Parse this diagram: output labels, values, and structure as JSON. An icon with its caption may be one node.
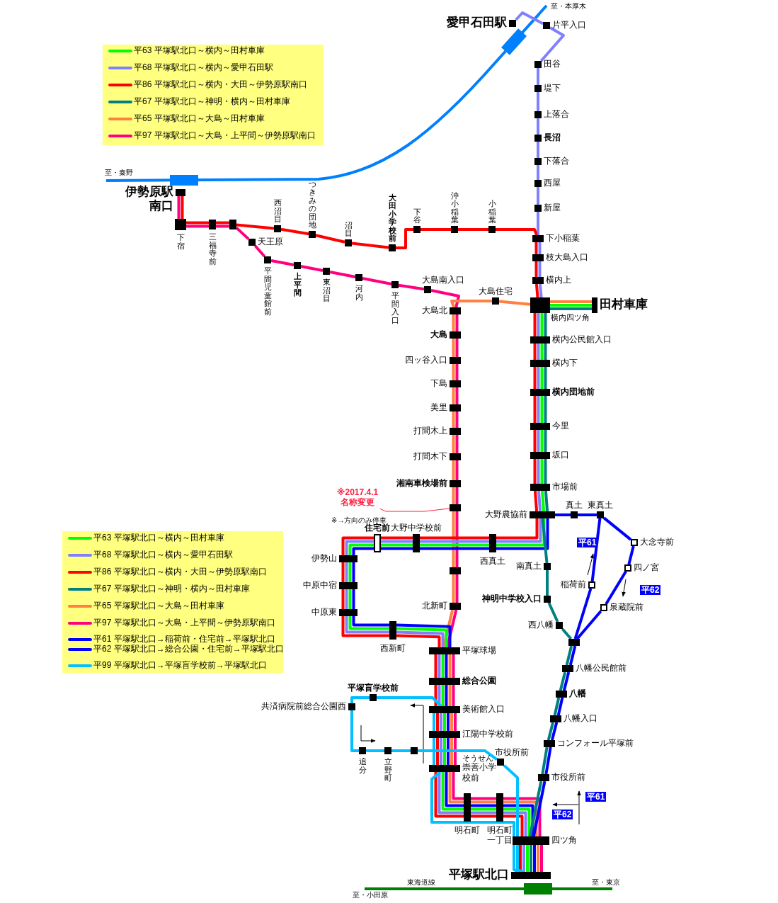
{
  "diagram": {
    "nodes": [
      {
        "text": [],
        "shape": "box",
        "beside": [
          "愛甲石田駅"
        ]
      },
      {
        "text": [],
        "shape": "box",
        "beside": [
          "片平入口"
        ]
      },
      {
        "text": [],
        "shape": "box",
        "beside": [
          "田谷"
        ]
      },
      {
        "text": [],
        "shape": "box",
        "beside": [
          "堤下"
        ]
      },
      {
        "text": [],
        "shape": "box",
        "beside": [
          "上落合"
        ]
      },
      {
        "text": [],
        "shape": "box",
        "beside": [
          "長沼"
        ]
      },
      {
        "text": [],
        "shape": "box",
        "beside": [
          "下落合"
        ]
      },
      {
        "text": [],
        "shape": "box",
        "beside": [
          "西屋"
        ]
      },
      {
        "text": [],
        "shape": "box",
        "beside": [
          "新屋"
        ]
      },
      {
        "text": [],
        "shape": "box",
        "beside": [
          "伊勢原駅南口"
        ]
      },
      {
        "text": [],
        "shape": "box",
        "beside": [
          "下宿"
        ]
      },
      {
        "text": [],
        "shape": "box",
        "beside": [
          "三福寺前"
        ]
      },
      {
        "text": [],
        "shape": "box"
      },
      {
        "text": [],
        "shape": "box",
        "beside": [
          "西沼目"
        ]
      },
      {
        "text": [],
        "shape": "box",
        "beside": [
          "つきみの団地"
        ]
      },
      {
        "text": [],
        "shape": "box",
        "beside": [
          "沼目"
        ]
      },
      {
        "text": [],
        "shape": "box",
        "beside": [
          "大田小学校前"
        ]
      },
      {
        "text": [],
        "shape": "box",
        "beside": [
          "下谷"
        ]
      },
      {
        "text": [],
        "shape": "box",
        "beside": [
          "沖小稲葉"
        ]
      },
      {
        "text": [],
        "shape": "box",
        "beside": [
          "小稲葉"
        ]
      },
      {
        "text": [],
        "shape": "box",
        "beside": [
          "下小稲葉"
        ]
      },
      {
        "text": [],
        "shape": "box",
        "beside": [
          "枝大島入口"
        ]
      },
      {
        "text": [],
        "shape": "box",
        "beside": [
          "横内上"
        ]
      },
      {
        "text": [],
        "shape": "box",
        "beside": [
          "天王原"
        ]
      },
      {
        "text": [],
        "shape": "box",
        "beside": [
          "平間児童館前"
        ]
      },
      {
        "text": [],
        "shape": "box",
        "beside": [
          "上平間"
        ]
      },
      {
        "text": [],
        "shape": "box",
        "beside": [
          "東沼目"
        ]
      },
      {
        "text": [],
        "shape": "box",
        "beside": [
          "河内"
        ]
      },
      {
        "text": [],
        "shape": "box",
        "beside": [
          "平間入口"
        ]
      },
      {
        "text": [],
        "shape": "box",
        "beside": [
          "大島南入口"
        ]
      },
      {
        "text": [],
        "shape": "box",
        "beside": [
          "大島住宅"
        ]
      },
      {
        "text": [],
        "shape": "box",
        "beside": [
          "横内四ツ角"
        ]
      },
      {
        "text": [],
        "shape": "box",
        "beside": [
          "田村車庫"
        ]
      },
      {
        "text": [],
        "shape": "box",
        "beside": [
          "大島北"
        ]
      },
      {
        "text": [],
        "shape": "box",
        "beside": [
          "大島"
        ]
      },
      {
        "text": [],
        "shape": "box",
        "beside": [
          "四ッ谷入口"
        ]
      },
      {
        "text": [],
        "shape": "box",
        "beside": [
          "下島"
        ]
      },
      {
        "text": [],
        "shape": "box",
        "beside": [
          "美里"
        ]
      },
      {
        "text": [],
        "shape": "box",
        "beside": [
          "打間木上"
        ]
      },
      {
        "text": [],
        "shape": "box",
        "beside": [
          "打間木下"
        ]
      },
      {
        "text": [],
        "shape": "box",
        "beside": [
          "湘南車検場前"
        ]
      },
      {
        "text": [],
        "shape": "box"
      },
      {
        "text": [],
        "shape": "box",
        "beside": [
          "横内公民館入口"
        ]
      },
      {
        "text": [],
        "shape": "box",
        "beside": [
          "横内下"
        ]
      },
      {
        "text": [],
        "shape": "box",
        "beside": [
          "横内団地前"
        ]
      },
      {
        "text": [],
        "shape": "box",
        "beside": [
          "今里"
        ]
      },
      {
        "text": [],
        "shape": "box",
        "beside": [
          "坂口"
        ]
      },
      {
        "text": [],
        "shape": "box",
        "beside": [
          "市場前"
        ]
      },
      {
        "text": [],
        "shape": "box",
        "beside": [
          "大野農協前"
        ]
      },
      {
        "text": [],
        "shape": "box",
        "beside": [
          "真土"
        ]
      },
      {
        "text": [],
        "shape": "box",
        "beside": [
          "東真土"
        ]
      },
      {
        "text": [],
        "shape": "box",
        "beside": [
          "大念寺前"
        ]
      },
      {
        "text": [],
        "shape": "box",
        "beside": [
          "四ノ宮"
        ]
      },
      {
        "text": [],
        "shape": "box",
        "beside": [
          "稲荷前"
        ]
      },
      {
        "text": [],
        "shape": "box",
        "beside": [
          "泉蔵院前"
        ]
      },
      {
        "text": [],
        "shape": "box",
        "beside": [
          "南真土"
        ]
      },
      {
        "text": [],
        "shape": "box",
        "beside": [
          "神明中学校入口"
        ]
      },
      {
        "text": [],
        "shape": "box",
        "beside": [
          "西八幡"
        ]
      },
      {
        "text": [],
        "shape": "box"
      },
      {
        "text": [],
        "shape": "box",
        "beside": [
          "八幡公民館前"
        ]
      },
      {
        "text": [],
        "shape": "box",
        "beside": [
          "八幡"
        ]
      },
      {
        "text": [],
        "shape": "box",
        "beside": [
          "八幡入口"
        ]
      },
      {
        "text": [],
        "shape": "box",
        "beside": [
          "コンフォール平塚前"
        ]
      },
      {
        "text": [],
        "shape": "box",
        "beside": [
          "市役所前"
        ]
      },
      {
        "text": [],
        "shape": "box",
        "beside": [
          "住宅前"
        ]
      },
      {
        "text": [],
        "shape": "box",
        "beside": [
          "伊勢山"
        ]
      },
      {
        "text": [],
        "shape": "box",
        "beside": [
          "中原中宿"
        ]
      },
      {
        "text": [],
        "shape": "box",
        "beside": [
          "中原東"
        ]
      },
      {
        "text": [],
        "shape": "box",
        "beside": [
          "西新町"
        ]
      },
      {
        "text": [],
        "shape": "box",
        "beside": [
          "大野中学校前"
        ]
      },
      {
        "text": [],
        "shape": "box",
        "beside": [
          "西真土"
        ]
      },
      {
        "text": [],
        "shape": "box"
      },
      {
        "text": [],
        "shape": "box",
        "beside": [
          "北新町"
        ]
      },
      {
        "text": [],
        "shape": "box",
        "beside": [
          "平塚球場"
        ]
      },
      {
        "text": [],
        "shape": "box",
        "beside": [
          "総合公園"
        ]
      },
      {
        "text": [],
        "shape": "box",
        "beside": [
          "平塚盲学校前"
        ]
      },
      {
        "text": [],
        "shape": "box",
        "beside": [
          "共済病院前総合公園西"
        ]
      },
      {
        "text": [],
        "shape": "box",
        "beside": [
          "美術館入口"
        ]
      },
      {
        "text": [],
        "shape": "box",
        "beside": [
          "江陽中学校前"
        ]
      },
      {
        "text": [],
        "shape": "box",
        "beside": [
          "追分"
        ]
      },
      {
        "text": [],
        "shape": "box",
        "beside": [
          "立野町"
        ]
      },
      {
        "text": [],
        "shape": "box"
      },
      {
        "text": [],
        "shape": "box",
        "beside": [
          "市役所前"
        ]
      },
      {
        "text": [],
        "shape": "box",
        "beside": [
          "そうせん",
          "崇善小学校前"
        ]
      },
      {
        "text": [],
        "shape": "box",
        "beside": [
          "明石町"
        ]
      },
      {
        "text": [],
        "shape": "box",
        "beside": [
          "明石町一丁目"
        ]
      },
      {
        "text": [],
        "shape": "box",
        "beside": [
          "四ツ角"
        ]
      },
      {
        "text": [],
        "shape": "box",
        "beside": [
          "平塚駅北口"
        ]
      },
      {
        "text": [
          "※2017.4.1名称変更"
        ]
      }
    ],
    "edges": [
      {
        "from": 0,
        "to": 1,
        "arrow": "none",
        "color": "#8080ff"
      },
      {
        "from": 1,
        "to": 2,
        "arrow": "none",
        "color": "#8080ff"
      },
      {
        "from": 2,
        "to": 3,
        "arrow": "none",
        "color": "#8080ff"
      },
      {
        "from": 3,
        "to": 4,
        "arrow": "none",
        "color": "#8080ff"
      },
      {
        "from": 4,
        "to": 5,
        "arrow": "none",
        "color": "#8080ff"
      },
      {
        "from": 5,
        "to": 6,
        "arrow": "none",
        "color": "#8080ff"
      },
      {
        "from": 6,
        "to": 7,
        "arrow": "none",
        "color": "#8080ff"
      },
      {
        "from": 7,
        "to": 8,
        "arrow": "none",
        "color": "#8080ff"
      },
      {
        "from": 8,
        "to": 20,
        "arrow": "none",
        "color": "#8080ff"
      },
      {
        "from": 9,
        "to": 10,
        "arrow": "none",
        "color": "#ff0080"
      },
      {
        "from": 9,
        "to": 10,
        "arrow": "none",
        "color": "#ff0000"
      },
      {
        "from": 10,
        "to": 11,
        "arrow": "none",
        "color": "#ff0080"
      },
      {
        "from": 10,
        "to": 11,
        "arrow": "none",
        "color": "#ff0000"
      },
      {
        "from": 11,
        "to": 12,
        "arrow": "none",
        "color": "#ff0080"
      },
      {
        "from": 11,
        "to": 12,
        "arrow": "none",
        "color": "#ff0000"
      },
      {
        "from": 12,
        "to": 13,
        "arrow": "none",
        "color": "#ff0000"
      },
      {
        "from": 13,
        "to": 14,
        "arrow": "none",
        "color": "#ff0000"
      },
      {
        "from": 14,
        "to": 15,
        "arrow": "none",
        "color": "#ff0000"
      },
      {
        "from": 15,
        "to": 16,
        "arrow": "none",
        "color": "#ff0000"
      },
      {
        "from": 16,
        "to": 17,
        "arrow": "none",
        "color": "#ff0000"
      },
      {
        "from": 17,
        "to": 18,
        "arrow": "none",
        "color": "#ff0000"
      },
      {
        "from": 18,
        "to": 19,
        "arrow": "none",
        "color": "#ff0000"
      },
      {
        "from": 19,
        "to": 20,
        "arrow": "none",
        "color": "#ff0000"
      },
      {
        "from": 12,
        "to": 23,
        "arrow": "none",
        "color": "#ff0080"
      },
      {
        "from": 23,
        "to": 24,
        "arrow": "none",
        "color": "#ff0080"
      },
      {
        "from": 24,
        "to": 25,
        "arrow": "none",
        "color": "#ff0080"
      },
      {
        "from": 25,
        "to": 26,
        "arrow": "none",
        "color": "#ff0080"
      },
      {
        "from": 26,
        "to": 27,
        "arrow": "none",
        "color": "#ff0080"
      },
      {
        "from": 27,
        "to": 28,
        "arrow": "none",
        "color": "#ff0080"
      },
      {
        "from": 28,
        "to": 29,
        "arrow": "none",
        "color": "#ff0080"
      },
      {
        "from": 29,
        "to": 33,
        "arrow": "none",
        "color": "#ff0080"
      },
      {
        "from": 20,
        "to": 21,
        "arrow": "none",
        "color": "#ff0000"
      },
      {
        "from": 20,
        "to": 21,
        "arrow": "none",
        "color": "#8080ff"
      },
      {
        "from": 21,
        "to": 22,
        "arrow": "none",
        "color": "#ff0000"
      },
      {
        "from": 21,
        "to": 22,
        "arrow": "none",
        "color": "#8080ff"
      },
      {
        "from": 22,
        "to": 31,
        "arrow": "none",
        "color": "#ff0000"
      },
      {
        "from": 22,
        "to": 31,
        "arrow": "none",
        "color": "#8080ff"
      },
      {
        "from": 31,
        "to": 32,
        "arrow": "none",
        "color": "#008080"
      },
      {
        "from": 31,
        "to": 32,
        "arrow": "none",
        "color": "#00ff00"
      },
      {
        "from": 31,
        "to": 32,
        "arrow": "none",
        "color": "#ff8040"
      },
      {
        "from": 31,
        "to": 30,
        "arrow": "none",
        "color": "#ff8040"
      },
      {
        "from": 30,
        "to": 33,
        "arrow": "none",
        "color": "#ff8040"
      },
      {
        "from": 33,
        "to": 34,
        "arrow": "none",
        "color": "#ff8040"
      },
      {
        "from": 33,
        "to": 34,
        "arrow": "none",
        "color": "#ff0080"
      },
      {
        "from": 34,
        "to": 35,
        "arrow": "none",
        "color": "#ff8040"
      },
      {
        "from": 34,
        "to": 35,
        "arrow": "none",
        "color": "#ff0080"
      },
      {
        "from": 35,
        "to": 36,
        "arrow": "none",
        "color": "#ff8040"
      },
      {
        "from": 35,
        "to": 36,
        "arrow": "none",
        "color": "#ff0080"
      },
      {
        "from": 36,
        "to": 37,
        "arrow": "none",
        "color": "#ff8040"
      },
      {
        "from": 36,
        "to": 37,
        "arrow": "none",
        "color": "#ff0080"
      },
      {
        "from": 37,
        "to": 38,
        "arrow": "none",
        "color": "#ff8040"
      },
      {
        "from": 37,
        "to": 38,
        "arrow": "none",
        "color": "#ff0080"
      },
      {
        "from": 38,
        "to": 39,
        "arrow": "none",
        "color": "#ff8040"
      },
      {
        "from": 38,
        "to": 39,
        "arrow": "none",
        "color": "#ff0080"
      },
      {
        "from": 39,
        "to": 40,
        "arrow": "none",
        "color": "#ff8040"
      },
      {
        "from": 39,
        "to": 40,
        "arrow": "none",
        "color": "#ff0080"
      },
      {
        "from": 40,
        "to": 41,
        "arrow": "none",
        "color": "#ff8040"
      },
      {
        "from": 40,
        "to": 41,
        "arrow": "none",
        "color": "#ff0080"
      },
      {
        "from": 41,
        "to": 71,
        "arrow": "none",
        "color": "#ff8040"
      },
      {
        "from": 41,
        "to": 71,
        "arrow": "none",
        "color": "#ff0080"
      },
      {
        "from": 71,
        "to": 72,
        "arrow": "none",
        "color": "#ff8040"
      },
      {
        "from": 71,
        "to": 72,
        "arrow": "none",
        "color": "#ff0080"
      },
      {
        "from": 72,
        "to": 73,
        "arrow": "none",
        "color": "#ff8040"
      },
      {
        "from": 72,
        "to": 73,
        "arrow": "none",
        "color": "#ff0080"
      },
      {
        "from": 31,
        "to": 42,
        "arrow": "none",
        "color": "#ff0000"
      },
      {
        "from": 31,
        "to": 42,
        "arrow": "none",
        "color": "#8080ff"
      },
      {
        "from": 31,
        "to": 42,
        "arrow": "none",
        "color": "#00ff00"
      },
      {
        "from": 31,
        "to": 42,
        "arrow": "none",
        "color": "#008080"
      },
      {
        "from": 42,
        "to": 43,
        "arrow": "none",
        "color": "#ff0000"
      },
      {
        "from": 42,
        "to": 43,
        "arrow": "none",
        "color": "#8080ff"
      },
      {
        "from": 42,
        "to": 43,
        "arrow": "none",
        "color": "#00ff00"
      },
      {
        "from": 42,
        "to": 43,
        "arrow": "none",
        "color": "#008080"
      },
      {
        "from": 43,
        "to": 44,
        "arrow": "none",
        "color": "#ff0000"
      },
      {
        "from": 43,
        "to": 44,
        "arrow": "none",
        "color": "#8080ff"
      },
      {
        "from": 43,
        "to": 44,
        "arrow": "none",
        "color": "#00ff00"
      },
      {
        "from": 43,
        "to": 44,
        "arrow": "none",
        "color": "#008080"
      },
      {
        "from": 44,
        "to": 45,
        "arrow": "none",
        "color": "#ff0000"
      },
      {
        "from": 44,
        "to": 45,
        "arrow": "none",
        "color": "#8080ff"
      },
      {
        "from": 44,
        "to": 45,
        "arrow": "none",
        "color": "#00ff00"
      },
      {
        "from": 44,
        "to": 45,
        "arrow": "none",
        "color": "#008080"
      },
      {
        "from": 45,
        "to": 46,
        "arrow": "none",
        "color": "#ff0000"
      },
      {
        "from": 45,
        "to": 46,
        "arrow": "none",
        "color": "#8080ff"
      },
      {
        "from": 45,
        "to": 46,
        "arrow": "none",
        "color": "#00ff00"
      },
      {
        "from": 45,
        "to": 46,
        "arrow": "none",
        "color": "#008080"
      },
      {
        "from": 46,
        "to": 47,
        "arrow": "none",
        "color": "#ff0000"
      },
      {
        "from": 46,
        "to": 47,
        "arrow": "none",
        "color": "#8080ff"
      },
      {
        "from": 46,
        "to": 47,
        "arrow": "none",
        "color": "#00ff00"
      },
      {
        "from": 46,
        "to": 47,
        "arrow": "none",
        "color": "#008080"
      },
      {
        "from": 47,
        "to": 48,
        "arrow": "none",
        "color": "#ff0000"
      },
      {
        "from": 47,
        "to": 48,
        "arrow": "none",
        "color": "#8080ff"
      },
      {
        "from": 47,
        "to": 48,
        "arrow": "none",
        "color": "#00ff00"
      },
      {
        "from": 47,
        "to": 48,
        "arrow": "none",
        "color": "#008080"
      },
      {
        "from": 48,
        "to": 70,
        "arrow": "none",
        "color": "#ff0000"
      },
      {
        "from": 48,
        "to": 70,
        "arrow": "none",
        "color": "#8080ff"
      },
      {
        "from": 48,
        "to": 70,
        "arrow": "none",
        "color": "#00ff00"
      },
      {
        "from": 48,
        "to": 70,
        "arrow": "none",
        "color": "#0000ff"
      },
      {
        "from": 70,
        "to": 69,
        "arrow": "none",
        "color": "#ff0000"
      },
      {
        "from": 70,
        "to": 69,
        "arrow": "none",
        "color": "#8080ff"
      },
      {
        "from": 70,
        "to": 69,
        "arrow": "none",
        "color": "#00ff00"
      },
      {
        "from": 70,
        "to": 69,
        "arrow": "none",
        "color": "#0000ff"
      },
      {
        "from": 69,
        "to": 64,
        "arrow": "none",
        "color": "#ff0000"
      },
      {
        "from": 69,
        "to": 64,
        "arrow": "none",
        "color": "#8080ff"
      },
      {
        "from": 69,
        "to": 64,
        "arrow": "none",
        "color": "#00ff00"
      },
      {
        "from": 69,
        "to": 64,
        "arrow": "none",
        "color": "#0000ff"
      },
      {
        "from": 64,
        "to": 65,
        "arrow": "none",
        "color": "#ff0000"
      },
      {
        "from": 64,
        "to": 65,
        "arrow": "none",
        "color": "#8080ff"
      },
      {
        "from": 64,
        "to": 65,
        "arrow": "none",
        "color": "#00ff00"
      },
      {
        "from": 64,
        "to": 65,
        "arrow": "none",
        "color": "#0000ff"
      },
      {
        "from": 65,
        "to": 66,
        "arrow": "none",
        "color": "#ff0000"
      },
      {
        "from": 65,
        "to": 66,
        "arrow": "none",
        "color": "#8080ff"
      },
      {
        "from": 65,
        "to": 66,
        "arrow": "none",
        "color": "#00ff00"
      },
      {
        "from": 65,
        "to": 66,
        "arrow": "none",
        "color": "#0000ff"
      },
      {
        "from": 66,
        "to": 67,
        "arrow": "none",
        "color": "#ff0000"
      },
      {
        "from": 66,
        "to": 67,
        "arrow": "none",
        "color": "#8080ff"
      },
      {
        "from": 66,
        "to": 67,
        "arrow": "none",
        "color": "#00ff00"
      },
      {
        "from": 66,
        "to": 67,
        "arrow": "none",
        "color": "#0000ff"
      },
      {
        "from": 67,
        "to": 68,
        "arrow": "none",
        "color": "#ff0000"
      },
      {
        "from": 67,
        "to": 68,
        "arrow": "none",
        "color": "#8080ff"
      },
      {
        "from": 67,
        "to": 68,
        "arrow": "none",
        "color": "#00ff00"
      },
      {
        "from": 67,
        "to": 68,
        "arrow": "none",
        "color": "#0000ff"
      },
      {
        "from": 68,
        "to": 73,
        "arrow": "none",
        "color": "#ff0000"
      },
      {
        "from": 68,
        "to": 73,
        "arrow": "none",
        "color": "#8080ff"
      },
      {
        "from": 68,
        "to": 73,
        "arrow": "none",
        "color": "#00ff00"
      },
      {
        "from": 68,
        "to": 73,
        "arrow": "none",
        "color": "#0000ff"
      },
      {
        "from": 73,
        "to": 74,
        "arrow": "none",
        "color": "#ff0000"
      },
      {
        "from": 73,
        "to": 74,
        "arrow": "none",
        "color": "#8080ff"
      },
      {
        "from": 73,
        "to": 74,
        "arrow": "none",
        "color": "#00ff00"
      },
      {
        "from": 73,
        "to": 74,
        "arrow": "none",
        "color": "#0000ff"
      },
      {
        "from": 73,
        "to": 74,
        "arrow": "none",
        "color": "#ff8040"
      },
      {
        "from": 73,
        "to": 74,
        "arrow": "none",
        "color": "#ff0080"
      },
      {
        "from": 74,
        "to": 77,
        "arrow": "none",
        "color": "#ff0000"
      },
      {
        "from": 74,
        "to": 77,
        "arrow": "none",
        "color": "#8080ff"
      },
      {
        "from": 74,
        "to": 77,
        "arrow": "none",
        "color": "#00ff00"
      },
      {
        "from": 74,
        "to": 77,
        "arrow": "none",
        "color": "#0000ff"
      },
      {
        "from": 74,
        "to": 77,
        "arrow": "none",
        "color": "#ff8040"
      },
      {
        "from": 74,
        "to": 77,
        "arrow": "none",
        "color": "#ff0080"
      },
      {
        "from": 77,
        "to": 78,
        "arrow": "none",
        "color": "#00c0ff"
      },
      {
        "from": 77,
        "to": 78,
        "arrow": "none",
        "color": "#ff0000"
      },
      {
        "from": 77,
        "to": 78,
        "arrow": "none",
        "color": "#8080ff"
      },
      {
        "from": 77,
        "to": 78,
        "arrow": "none",
        "color": "#00ff00"
      },
      {
        "from": 77,
        "to": 78,
        "arrow": "none",
        "color": "#0000ff"
      },
      {
        "from": 77,
        "to": 78,
        "arrow": "none",
        "color": "#ff8040"
      },
      {
        "from": 77,
        "to": 78,
        "arrow": "none",
        "color": "#ff0080"
      },
      {
        "from": 78,
        "to": 83,
        "arrow": "none",
        "color": "#00c0ff"
      },
      {
        "from": 78,
        "to": 83,
        "arrow": "none",
        "color": "#ff0000"
      },
      {
        "from": 78,
        "to": 83,
        "arrow": "none",
        "color": "#8080ff"
      },
      {
        "from": 78,
        "to": 83,
        "arrow": "none",
        "color": "#00ff00"
      },
      {
        "from": 78,
        "to": 83,
        "arrow": "none",
        "color": "#0000ff"
      },
      {
        "from": 78,
        "to": 83,
        "arrow": "none",
        "color": "#ff8040"
      },
      {
        "from": 78,
        "to": 83,
        "arrow": "none",
        "color": "#ff0080"
      },
      {
        "from": 83,
        "to": 84,
        "arrow": "none",
        "color": "#ff0000"
      },
      {
        "from": 83,
        "to": 84,
        "arrow": "none",
        "color": "#8080ff"
      },
      {
        "from": 83,
        "to": 84,
        "arrow": "none",
        "color": "#00ff00"
      },
      {
        "from": 83,
        "to": 84,
        "arrow": "none",
        "color": "#0000ff"
      },
      {
        "from": 83,
        "to": 84,
        "arrow": "none",
        "color": "#ff8040"
      },
      {
        "from": 83,
        "to": 84,
        "arrow": "none",
        "color": "#ff0080"
      },
      {
        "from": 84,
        "to": 85,
        "arrow": "none",
        "color": "#ff0000"
      },
      {
        "from": 84,
        "to": 85,
        "arrow": "none",
        "color": "#8080ff"
      },
      {
        "from": 84,
        "to": 85,
        "arrow": "none",
        "color": "#00ff00"
      },
      {
        "from": 84,
        "to": 85,
        "arrow": "none",
        "color": "#0000ff"
      },
      {
        "from": 84,
        "to": 85,
        "arrow": "none",
        "color": "#ff8040"
      },
      {
        "from": 84,
        "to": 85,
        "arrow": "none",
        "color": "#ff0080"
      },
      {
        "from": 85,
        "to": 86,
        "arrow": "none",
        "color": "#ff0000"
      },
      {
        "from": 85,
        "to": 86,
        "arrow": "none",
        "color": "#8080ff"
      },
      {
        "from": 85,
        "to": 86,
        "arrow": "none",
        "color": "#00ff00"
      },
      {
        "from": 85,
        "to": 86,
        "arrow": "none",
        "color": "#0000ff"
      },
      {
        "from": 85,
        "to": 86,
        "arrow": "none",
        "color": "#ff8040"
      },
      {
        "from": 85,
        "to": 86,
        "arrow": "none",
        "color": "#ff0080"
      },
      {
        "from": 86,
        "to": 87,
        "arrow": "none",
        "color": "#ff0000"
      },
      {
        "from": 86,
        "to": 87,
        "arrow": "none",
        "color": "#8080ff"
      },
      {
        "from": 86,
        "to": 87,
        "arrow": "none",
        "color": "#00ff00"
      },
      {
        "from": 86,
        "to": 87,
        "arrow": "none",
        "color": "#008080"
      },
      {
        "from": 86,
        "to": 87,
        "arrow": "none",
        "color": "#0000ff"
      },
      {
        "from": 86,
        "to": 87,
        "arrow": "none",
        "color": "#ff8040"
      },
      {
        "from": 86,
        "to": 87,
        "arrow": "none",
        "color": "#ff0080"
      },
      {
        "from": 48,
        "to": 55,
        "arrow": "none",
        "color": "#008080"
      },
      {
        "from": 55,
        "to": 56,
        "arrow": "none",
        "color": "#008080"
      },
      {
        "from": 56,
        "to": 57,
        "arrow": "none",
        "color": "#008080"
      },
      {
        "from": 57,
        "to": 58,
        "arrow": "none",
        "color": "#008080"
      },
      {
        "from": 58,
        "to": 59,
        "arrow": "none",
        "color": "#008080"
      },
      {
        "from": 58,
        "to": 59,
        "arrow": "none",
        "color": "#0000ff"
      },
      {
        "from": 59,
        "to": 60,
        "arrow": "none",
        "color": "#008080"
      },
      {
        "from": 59,
        "to": 60,
        "arrow": "none",
        "color": "#0000ff"
      },
      {
        "from": 60,
        "to": 61,
        "arrow": "none",
        "color": "#008080"
      },
      {
        "from": 60,
        "to": 61,
        "arrow": "none",
        "color": "#0000ff"
      },
      {
        "from": 61,
        "to": 62,
        "arrow": "none",
        "color": "#008080"
      },
      {
        "from": 61,
        "to": 62,
        "arrow": "none",
        "color": "#0000ff"
      },
      {
        "from": 62,
        "to": 63,
        "arrow": "none",
        "color": "#008080"
      },
      {
        "from": 62,
        "to": 63,
        "arrow": "none",
        "color": "#0000ff"
      },
      {
        "from": 63,
        "to": 86,
        "arrow": "none",
        "color": "#008080"
      },
      {
        "from": 63,
        "to": 86,
        "arrow": "none",
        "color": "#0000ff"
      },
      {
        "from": 58,
        "to": 53,
        "arrow": "none",
        "color": "#0000ff"
      },
      {
        "from": 53,
        "to": 50,
        "arrow": "none",
        "color": "#0000ff"
      },
      {
        "from": 58,
        "to": 54,
        "arrow": "none",
        "color": "#0000ff"
      },
      {
        "from": 54,
        "to": 52,
        "arrow": "none",
        "color": "#0000ff"
      },
      {
        "from": 52,
        "to": 51,
        "arrow": "none",
        "color": "#0000ff"
      },
      {
        "from": 51,
        "to": 50,
        "arrow": "none",
        "color": "#0000ff"
      },
      {
        "from": 50,
        "to": 49,
        "arrow": "none",
        "color": "#0000ff"
      },
      {
        "from": 49,
        "to": 48,
        "arrow": "none",
        "color": "#0000ff"
      },
      {
        "from": 87,
        "to": 82,
        "arrow": "none",
        "color": "#00c0ff"
      },
      {
        "from": 82,
        "to": 81,
        "arrow": "none",
        "color": "#00c0ff"
      },
      {
        "from": 81,
        "to": 80,
        "arrow": "none",
        "color": "#00c0ff"
      },
      {
        "from": 80,
        "to": 79,
        "arrow": "none",
        "color": "#00c0ff"
      },
      {
        "from": 79,
        "to": 76,
        "arrow": "none",
        "color": "#00c0ff"
      },
      {
        "from": 76,
        "to": 75,
        "arrow": "none",
        "color": "#00c0ff"
      },
      {
        "from": 75,
        "to": 77,
        "arrow": "none",
        "color": "#00c0ff"
      },
      {
        "from": 83,
        "to": 87,
        "arrow": "none",
        "color": "#00c0ff"
      },
      {
        "from": 88,
        "to": 41,
        "arrow": "none",
        "color": "#ff2040"
      }
    ],
    "labels": [
      "至・本厚木",
      "至・秦野",
      "※→方向のみ停車",
      "平61",
      "平62",
      "平61",
      "平62",
      "東海道線",
      "至・東京",
      "至・小田原"
    ],
    "legend": [
      {
        "text": "平63 平塚駅北口～横内～田村車庫",
        "color": "#00ff00"
      },
      {
        "text": "平68 平塚駅北口～横内～愛甲石田駅",
        "color": "#8080ff"
      },
      {
        "text": "平86 平塚駅北口～横内・大田～伊勢原駅南口",
        "color": "#ff0000"
      },
      {
        "text": "平67 平塚駅北口～神明・横内～田村車庫",
        "color": "#008080"
      },
      {
        "text": "平65 平塚駅北口～大島～田村車庫",
        "color": "#ff8040"
      },
      {
        "text": "平97 平塚駅北口～大島・上平間～伊勢原駅南口",
        "color": "#ff0080"
      },
      {
        "text": "平63 平塚駅北口～横内～田村車庫",
        "color": "#00ff00"
      },
      {
        "text": "平68 平塚駅北口～横内～愛甲石田駅",
        "color": "#8080ff"
      },
      {
        "text": "平86 平塚駅北口～横内・大田～伊勢原駅南口",
        "color": "#ff0000"
      },
      {
        "text": "平67 平塚駅北口～神明・横内～田村車庫",
        "color": "#008080"
      },
      {
        "text": "平65 平塚駅北口～大島～田村車庫",
        "color": "#ff8040"
      },
      {
        "text": "平97 平塚駅北口～大島・上平間～伊勢原駅南口",
        "color": "#ff0080"
      },
      {
        "text": "平61 平塚駅北口→稲荷前・住宅前→平塚駅北口",
        "color": "#0000ff"
      },
      {
        "text": "平62 平塚駅北口→総合公園・住宅前→平塚駅北口",
        "color": "#0000ff"
      },
      {
        "text": "平99 平塚駅北口→平塚盲学校前→平塚駅北口",
        "color": "#00c0ff"
      }
    ]
  }
}
